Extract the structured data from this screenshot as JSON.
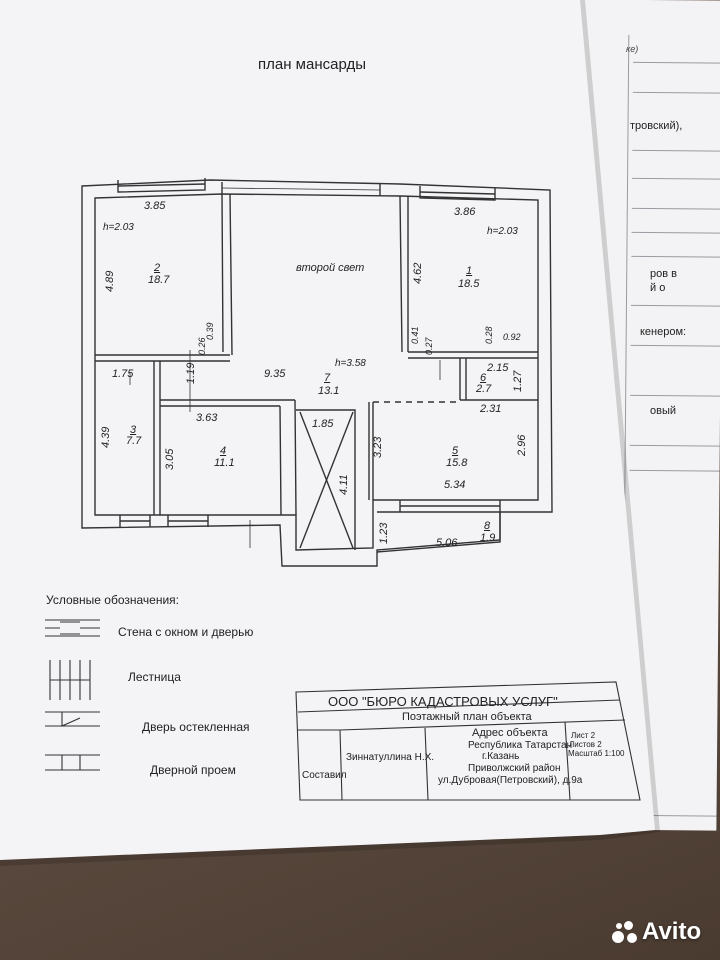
{
  "plan_title": "план мансарды",
  "second_light": "второй свет",
  "heights": {
    "h1": "h=2.03",
    "h2": "h=2.03",
    "h3": "h=3.58"
  },
  "rooms": [
    {
      "id": "2",
      "area": "18.7"
    },
    {
      "id": "1",
      "area": "18.5"
    },
    {
      "id": "7",
      "area": "13.1"
    },
    {
      "id": "6",
      "area": "2.7"
    },
    {
      "id": "3",
      "area": "7.7"
    },
    {
      "id": "4",
      "area": "11.1"
    },
    {
      "id": "5",
      "area": "15.8"
    },
    {
      "id": "8",
      "area": "1.9"
    }
  ],
  "dims": {
    "d385": "3.85",
    "d386": "3.86",
    "d489": "4.89",
    "d462": "4.62",
    "d039": "0.39",
    "d026": "0.26",
    "d041": "0.41",
    "d027": "0.27",
    "d028": "0.28",
    "d092": "0.92",
    "d175": "1.75",
    "d119": "1.19",
    "d935": "9.35",
    "d215": "2.15",
    "d127": "1.27",
    "d439": "4.39",
    "d363": "3.63",
    "d305": "3.05",
    "d185": "1.85",
    "d323": "3.23",
    "d231": "2.31",
    "d296": "2.96",
    "d411": "4.11",
    "d534": "5.34",
    "d123": "1.23",
    "d506": "5.06"
  },
  "legend": {
    "title": "Условные обозначения:",
    "items": [
      "Стена с окном и дверью",
      "Лестница",
      "Дверь остекленная",
      "Дверной проем"
    ]
  },
  "stamp": {
    "company": "ООО \"БЮРО КАДАСТРОВЫХ УСЛУГ\"",
    "doc_type": "Поэтажный план объекта",
    "address_title": "Адрес объекта",
    "address_lines": [
      "Республика Татарстан",
      "г.Казань",
      "Приволжский район",
      "ул.Дубровая(Петровский), д.9а"
    ],
    "compiled_label": "Составил",
    "compiled_by": "Зиннатуллина Н.Х.",
    "sheet_label": "Лист",
    "sheet_value": "2",
    "sheets_label": "Листов",
    "sheets_value": "2",
    "scale_label": "Масштаб",
    "scale_value": "1:100"
  },
  "back_sheet": {
    "lines": [
      "тровский),",
      "ров в",
      "й о",
      "кенером:",
      "овый"
    ],
    "top_note": "ке)"
  },
  "watermark": "Avito"
}
